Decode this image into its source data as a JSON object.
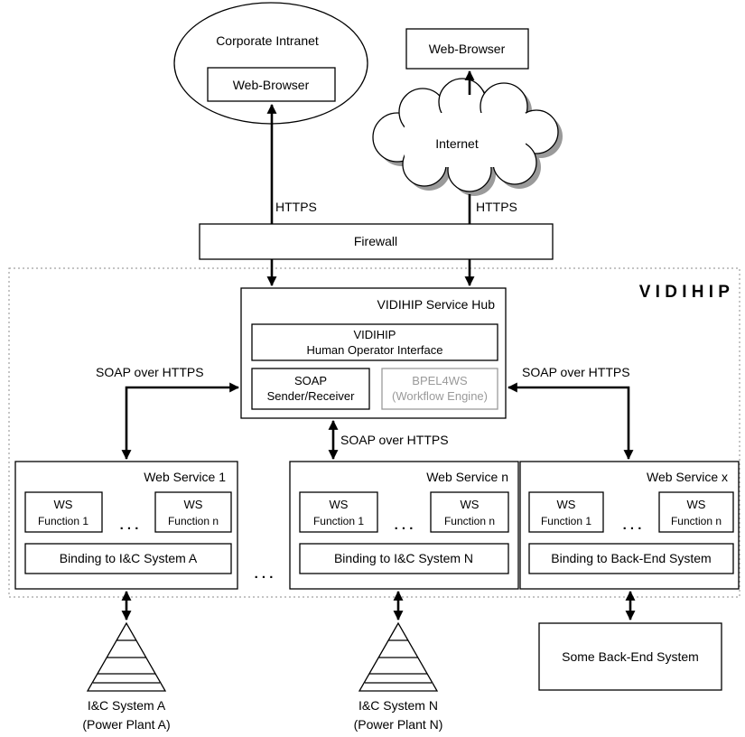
{
  "corporate_intranet": {
    "label": "Corporate Intranet",
    "browser": "Web-Browser"
  },
  "external_browser": {
    "label": "Web-Browser"
  },
  "internet": {
    "label": "Internet"
  },
  "links": {
    "https_left": "HTTPS",
    "https_right": "HTTPS",
    "soap_left": "SOAP over HTTPS",
    "soap_center": "SOAP over HTTPS",
    "soap_right": "SOAP over HTTPS"
  },
  "firewall": {
    "label": "Firewall"
  },
  "vidihip": {
    "label": "V I D I H I P"
  },
  "hub": {
    "title": "VIDIHIP Service Hub",
    "hoi_line1": "VIDIHIP",
    "hoi_line2": "Human Operator Interface",
    "soap_line1": "SOAP",
    "soap_line2": "Sender/Receiver",
    "bpel_line1": "BPEL4WS",
    "bpel_line2": "(Workflow Engine)"
  },
  "web_services": [
    {
      "title": "Web Service 1",
      "fn1_a": "WS",
      "fn1_b": "Function 1",
      "fnn_a": "WS",
      "fnn_b": "Function n",
      "dots": ". . .",
      "binding": "Binding to I&C System A"
    },
    {
      "title": "Web Service n",
      "fn1_a": "WS",
      "fn1_b": "Function 1",
      "fnn_a": "WS",
      "fnn_b": "Function n",
      "dots": ". . .",
      "binding": "Binding to I&C System N"
    },
    {
      "title": "Web Service x",
      "fn1_a": "WS",
      "fn1_b": "Function 1",
      "fnn_a": "WS",
      "fnn_b": "Function n",
      "dots": ". . .",
      "binding": "Binding to Back-End System"
    }
  ],
  "between_dots": ". . .",
  "systems": [
    {
      "line1": "I&C System A",
      "line2": "(Power Plant A)"
    },
    {
      "line1": "I&C System N",
      "line2": "(Power Plant N)"
    }
  ],
  "backend": {
    "label": "Some Back-End System"
  }
}
